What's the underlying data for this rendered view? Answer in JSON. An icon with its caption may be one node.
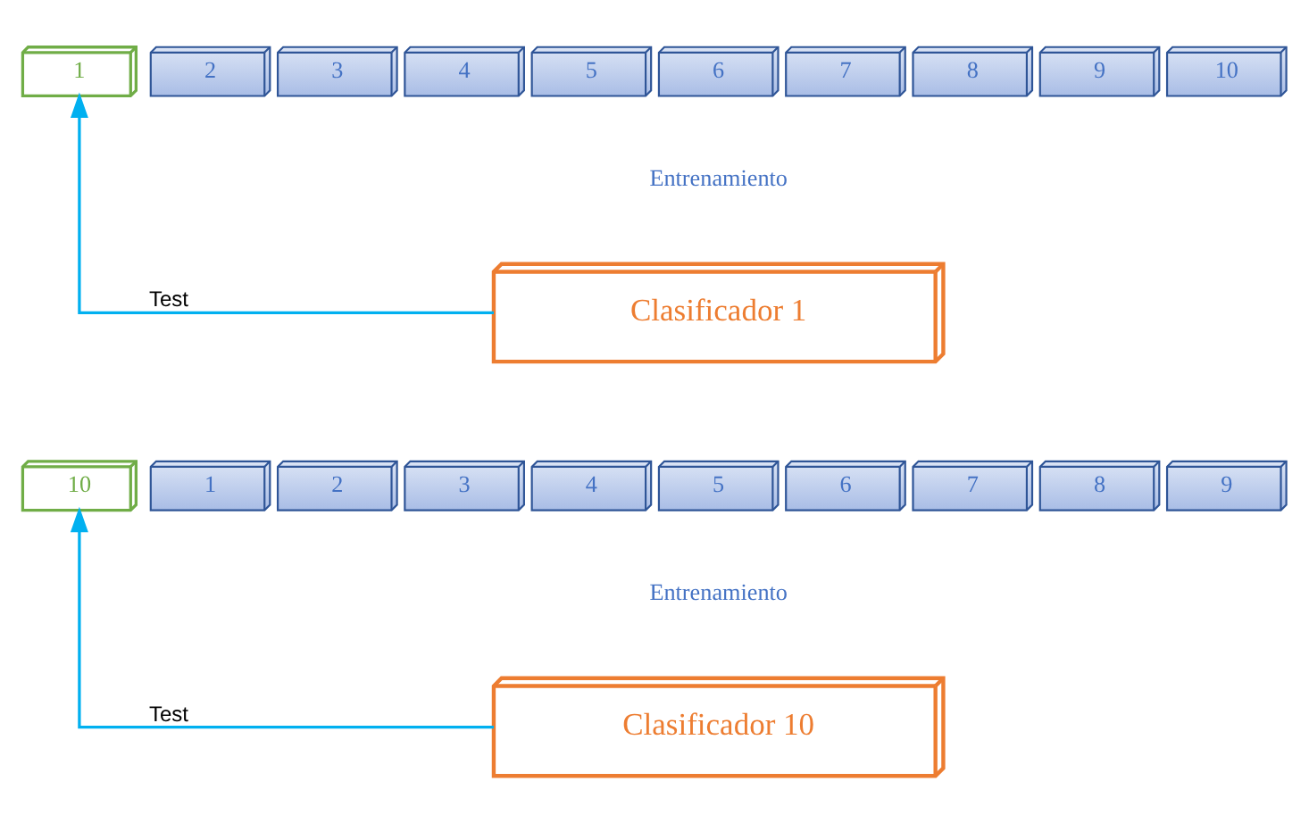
{
  "diagram": {
    "nodes": [
      {
        "text": [
          "1"
        ]
      },
      {
        "text": [
          "2"
        ]
      },
      {
        "text": [
          "3"
        ]
      },
      {
        "text": [
          "4"
        ]
      },
      {
        "text": [
          "5"
        ]
      },
      {
        "text": [
          "6"
        ]
      },
      {
        "text": [
          "7"
        ]
      },
      {
        "text": [
          "8"
        ]
      },
      {
        "text": [
          "9"
        ]
      },
      {
        "text": [
          "10"
        ]
      },
      {
        "text": [
          "Clasificador 1"
        ]
      },
      {
        "text": [
          "10"
        ]
      },
      {
        "text": [
          "1"
        ]
      },
      {
        "text": [
          "2"
        ]
      },
      {
        "text": [
          "3"
        ]
      },
      {
        "text": [
          "4"
        ]
      },
      {
        "text": [
          "5"
        ]
      },
      {
        "text": [
          "6"
        ]
      },
      {
        "text": [
          "7"
        ]
      },
      {
        "text": [
          "8"
        ]
      },
      {
        "text": [
          "9"
        ]
      },
      {
        "text": [
          "Clasificador 10"
        ]
      }
    ],
    "edges": [
      {
        "from": 10,
        "to": 0,
        "arrow": "to",
        "label": "Test"
      },
      {
        "from": 21,
        "to": 11,
        "arrow": "to",
        "label": "Test"
      }
    ],
    "labels": [
      "Entrenamiento",
      "Entrenamiento"
    ]
  }
}
